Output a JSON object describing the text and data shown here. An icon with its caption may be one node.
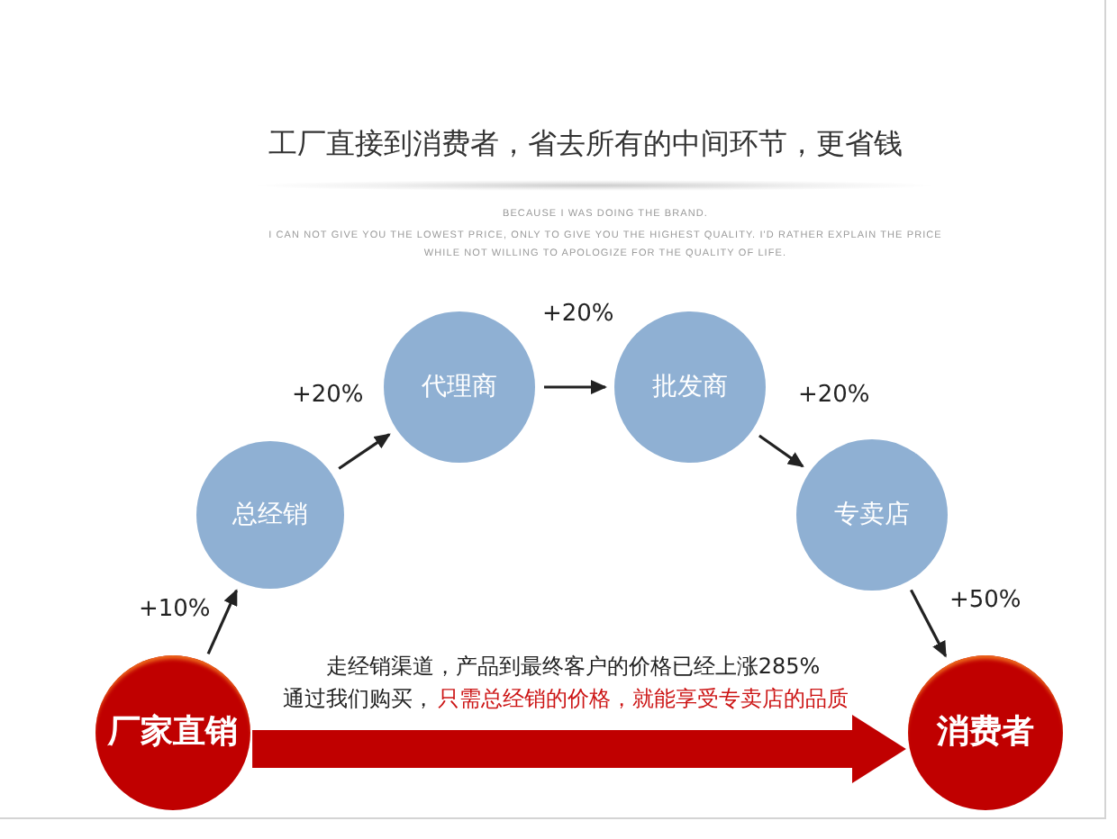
{
  "diagram": {
    "title": "工厂直接到消费者，省去所有的中间环节，更省钱",
    "nodes": [
      {
        "text": [
          "厂家直销"
        ]
      },
      {
        "text": [
          "总经销"
        ]
      },
      {
        "text": [
          "代理商"
        ]
      },
      {
        "text": [
          "批发商"
        ]
      },
      {
        "text": [
          "专卖店"
        ]
      },
      {
        "text": [
          "消费者"
        ]
      }
    ],
    "edges": [
      {
        "from": 0,
        "to": 1,
        "arrow": "to",
        "label": "+10%"
      },
      {
        "from": 1,
        "to": 2,
        "arrow": "to",
        "label": "+20%"
      },
      {
        "from": 2,
        "to": 3,
        "arrow": "to",
        "label": "+20%"
      },
      {
        "from": 3,
        "to": 4,
        "arrow": "to",
        "label": "+20%"
      },
      {
        "from": 4,
        "to": 5,
        "arrow": "to",
        "label": "+50%"
      },
      {
        "from": 0,
        "to": 5,
        "arrow": "to",
        "style": "thick",
        "color": "#c00000"
      }
    ],
    "labels": [
      "BECAUSE I WAS DOING THE BRAND.",
      "I CAN NOT GIVE YOU THE LOWEST PRICE, ONLY TO GIVE YOU THE HIGHEST QUALITY. I'D RATHER EXPLAIN THE PRICE WHILE NOT WILLING TO APOLOGIZE FOR THE QUALITY OF LIFE.",
      "走经销渠道，产品到最终客户的价格已经上涨285%",
      "通过我们购买，",
      "只需总经销的价格，就能享受专卖店的品质"
    ]
  }
}
